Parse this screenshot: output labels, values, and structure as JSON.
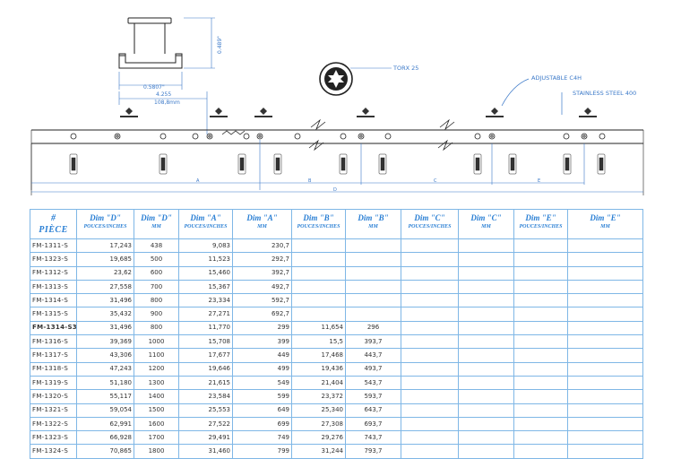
{
  "drawing": {
    "dim_height": "0.489\"",
    "dim_width": "0.5807\"",
    "dim_pitch_in": "4.255",
    "dim_pitch_mm": "108,8mm",
    "torx_label": "TORX 25",
    "adjustable_label": "ADJUSTABLE C4H",
    "stainless_label": "STAINLESS STEEL 400",
    "dim_a": "A",
    "dim_b": "B",
    "dim_c": "C",
    "dim_d": "D",
    "dim_e": "E"
  },
  "table": {
    "headers": [
      {
        "h1": "#",
        "h2": "PIÈCE"
      },
      {
        "h1": "Dim \"D\"",
        "h2": "POUCES/INCHES"
      },
      {
        "h1": "Dim \"D\"",
        "h2": "MM"
      },
      {
        "h1": "Dim \"A\"",
        "h2": "POUCES/INCHES"
      },
      {
        "h1": "Dim \"A\"",
        "h2": "MM"
      },
      {
        "h1": "Dim \"B\"",
        "h2": "POUCES/INCHES"
      },
      {
        "h1": "Dim \"B\"",
        "h2": "MM"
      },
      {
        "h1": "Dim \"C\"",
        "h2": "POUCES/INCHES"
      },
      {
        "h1": "Dim \"C\"",
        "h2": "MM"
      },
      {
        "h1": "Dim \"E\"",
        "h2": "POUCES/INCHES"
      },
      {
        "h1": "Dim \"E\"",
        "h2": "MM"
      }
    ],
    "rows": [
      [
        "FM-1311-S",
        "17,243",
        "438",
        "9,083",
        "230,7",
        "",
        "",
        "",
        "",
        "",
        ""
      ],
      [
        "FM-1323-S",
        "19,685",
        "500",
        "11,523",
        "292,7",
        "",
        "",
        "",
        "",
        "",
        ""
      ],
      [
        "FM-1312-S",
        "23,62",
        "600",
        "15,460",
        "392,7",
        "",
        "",
        "",
        "",
        "",
        ""
      ],
      [
        "FM-1313-S",
        "27,558",
        "700",
        "15,367",
        "492,7",
        "",
        "",
        "",
        "",
        "",
        ""
      ],
      [
        "FM-1314-S",
        "31,496",
        "800",
        "23,334",
        "592,7",
        "",
        "",
        "",
        "",
        "",
        ""
      ],
      [
        "FM-1315-S",
        "35,432",
        "900",
        "27,271",
        "692,7",
        "",
        "",
        "",
        "",
        "",
        ""
      ],
      [
        "FM-1314-S3",
        "31,496",
        "800",
        "11,770",
        "299",
        "11,654",
        "296",
        "",
        "",
        "",
        ""
      ],
      [
        "FM-1316-S",
        "39,369",
        "1000",
        "15,708",
        "399",
        "15,5",
        "393,7",
        "",
        "",
        "",
        ""
      ],
      [
        "FM-1317-S",
        "43,306",
        "1100",
        "17,677",
        "449",
        "17,468",
        "443,7",
        "",
        "",
        "",
        ""
      ],
      [
        "FM-1318-S",
        "47,243",
        "1200",
        "19,646",
        "499",
        "19,436",
        "493,7",
        "",
        "",
        "",
        ""
      ],
      [
        "FM-1319-S",
        "51,180",
        "1300",
        "21,615",
        "549",
        "21,404",
        "543,7",
        "",
        "",
        "",
        ""
      ],
      [
        "FM-1320-S",
        "55,117",
        "1400",
        "23,584",
        "599",
        "23,372",
        "593,7",
        "",
        "",
        "",
        ""
      ],
      [
        "FM-1321-S",
        "59,054",
        "1500",
        "25,553",
        "649",
        "25,340",
        "643,7",
        "",
        "",
        "",
        ""
      ],
      [
        "FM-1322-S",
        "62,991",
        "1600",
        "27,522",
        "699",
        "27,308",
        "693,7",
        "",
        "",
        "",
        ""
      ],
      [
        "FM-1323-S",
        "66,928",
        "1700",
        "29,491",
        "749",
        "29,276",
        "743,7",
        "",
        "",
        "",
        ""
      ],
      [
        "FM-1324-S",
        "70,865",
        "1800",
        "31,460",
        "799",
        "31,244",
        "793,7",
        "",
        "",
        "",
        ""
      ]
    ]
  }
}
